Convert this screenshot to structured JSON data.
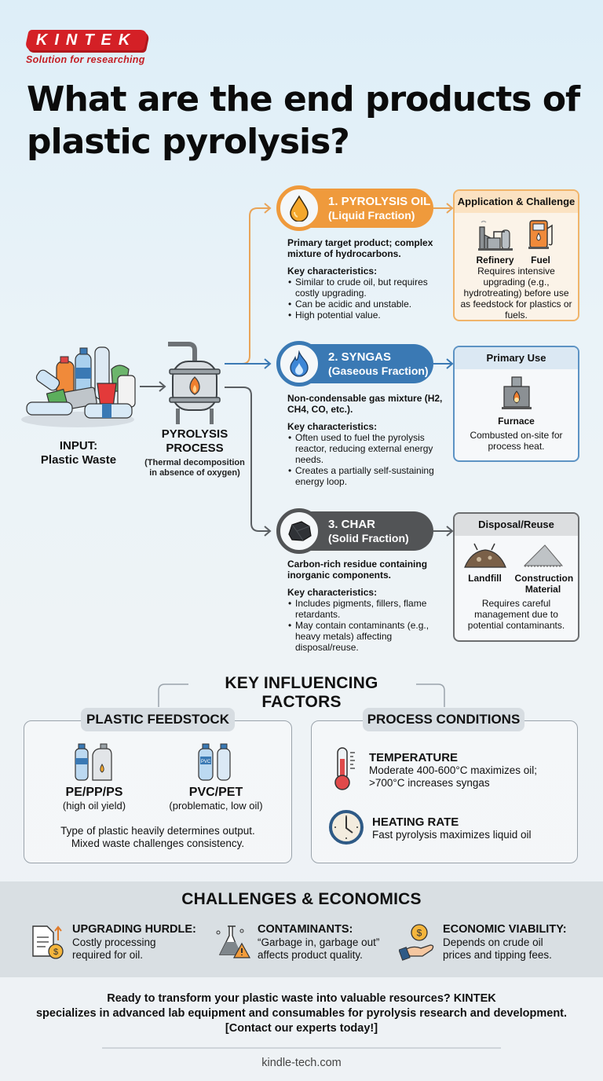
{
  "brand": {
    "logo_text": "KINTEK",
    "tagline": "Solution for researching",
    "accent_color": "#d42026"
  },
  "title": "What are the end products of plastic pyrolysis?",
  "flow": {
    "input": {
      "label_line1": "INPUT:",
      "label_line2": "Plastic Waste",
      "icon": "plastic-waste-pile-icon"
    },
    "process": {
      "label_line1": "PYROLYSIS",
      "label_line2": "PROCESS",
      "note_line1": "(Thermal decomposition",
      "note_line2": "in absence of oxygen)",
      "icon": "reactor-icon"
    }
  },
  "products": [
    {
      "title": "1. PYROLYSIS OIL",
      "subtitle": "(Liquid Fraction)",
      "color": "#ef9a3c",
      "icon": "oil-drop-icon",
      "lead": "Primary target product; complex mixture of hydrocarbons.",
      "key_heading": "Key characteristics:",
      "bullets": [
        "Similar to crude oil, but requires costly upgrading.",
        "Can be acidic and unstable.",
        "High potential value."
      ],
      "side": {
        "heading": "Application & Challenge",
        "items": [
          {
            "label": "Refinery",
            "icon": "refinery-icon"
          },
          {
            "label": "Fuel",
            "icon": "fuel-pump-icon"
          }
        ],
        "text": "Requires intensive upgrading (e.g., hydrotreating) before use as feedstock for plastics or fuels."
      }
    },
    {
      "title": "2. SYNGAS",
      "subtitle": "(Gaseous Fraction)",
      "color": "#3a79b4",
      "icon": "gas-flame-icon",
      "lead": "Non-condensable gas mixture (H2, CH4, CO, etc.).",
      "key_heading": "Key characteristics:",
      "bullets": [
        "Often used to fuel the pyrolysis reactor, reducing external energy needs.",
        "Creates a partially self-sustaining energy loop."
      ],
      "side": {
        "heading": "Primary Use",
        "items": [
          {
            "label": "Furnace",
            "icon": "furnace-icon"
          }
        ],
        "text": "Combusted on-site for process heat."
      }
    },
    {
      "title": "3. CHAR",
      "subtitle": "(Solid Fraction)",
      "color": "#525456",
      "icon": "char-rock-icon",
      "lead": "Carbon-rich residue containing inorganic components.",
      "key_heading": "Key characteristics:",
      "bullets": [
        "Includes pigments, fillers, flame retardants.",
        "May contain contaminants (e.g., heavy metals) affecting disposal/reuse."
      ],
      "side": {
        "heading": "Disposal/Reuse",
        "items": [
          {
            "label": "Landfill",
            "icon": "landfill-icon"
          },
          {
            "label": "Construction Material",
            "icon": "aggregate-pile-icon"
          }
        ],
        "text": "Requires careful management due to potential contaminants."
      }
    }
  ],
  "factors": {
    "heading": "KEY INFLUENCING FACTORS",
    "feedstock": {
      "tag": "PLASTIC FEEDSTOCK",
      "items": [
        {
          "label": "PE/PP/PS",
          "sub": "(high oil yield)"
        },
        {
          "label": "PVC/PET",
          "sub": "(problematic, low oil)",
          "bottle_label": "PVC"
        }
      ],
      "note_line1": "Type of plastic heavily determines output.",
      "note_line2": "Mixed waste challenges consistency."
    },
    "process": {
      "tag": "PROCESS CONDITIONS",
      "items": [
        {
          "heading": "TEMPERATURE",
          "line1": "Moderate 400-600°C maximizes oil;",
          "line2": ">700°C increases syngas",
          "icon": "thermometer-icon"
        },
        {
          "heading": "HEATING RATE",
          "line1": "Fast pyrolysis maximizes liquid oil",
          "icon": "clock-icon"
        }
      ]
    }
  },
  "challenges": {
    "heading": "CHALLENGES & ECONOMICS",
    "items": [
      {
        "heading": "UPGRADING HURDLE:",
        "line1": "Costly processing",
        "line2": "required for oil.",
        "icon": "document-cost-icon"
      },
      {
        "heading": "CONTAMINANTS:",
        "line1": "“Garbage in, garbage out”",
        "line2": "affects product quality.",
        "icon": "flask-warning-icon"
      },
      {
        "heading": "ECONOMIC VIABILITY:",
        "line1": "Depends on crude oil",
        "line2": "prices and tipping fees.",
        "icon": "hand-coin-icon"
      }
    ]
  },
  "cta": {
    "line1": "Ready to transform your plastic waste into valuable resources? KINTEK",
    "line2": "specializes in advanced lab equipment and consumables for pyrolysis research and development.",
    "line3": "[Contact our experts today!]"
  },
  "footer": {
    "site": "kindle-tech.com"
  }
}
